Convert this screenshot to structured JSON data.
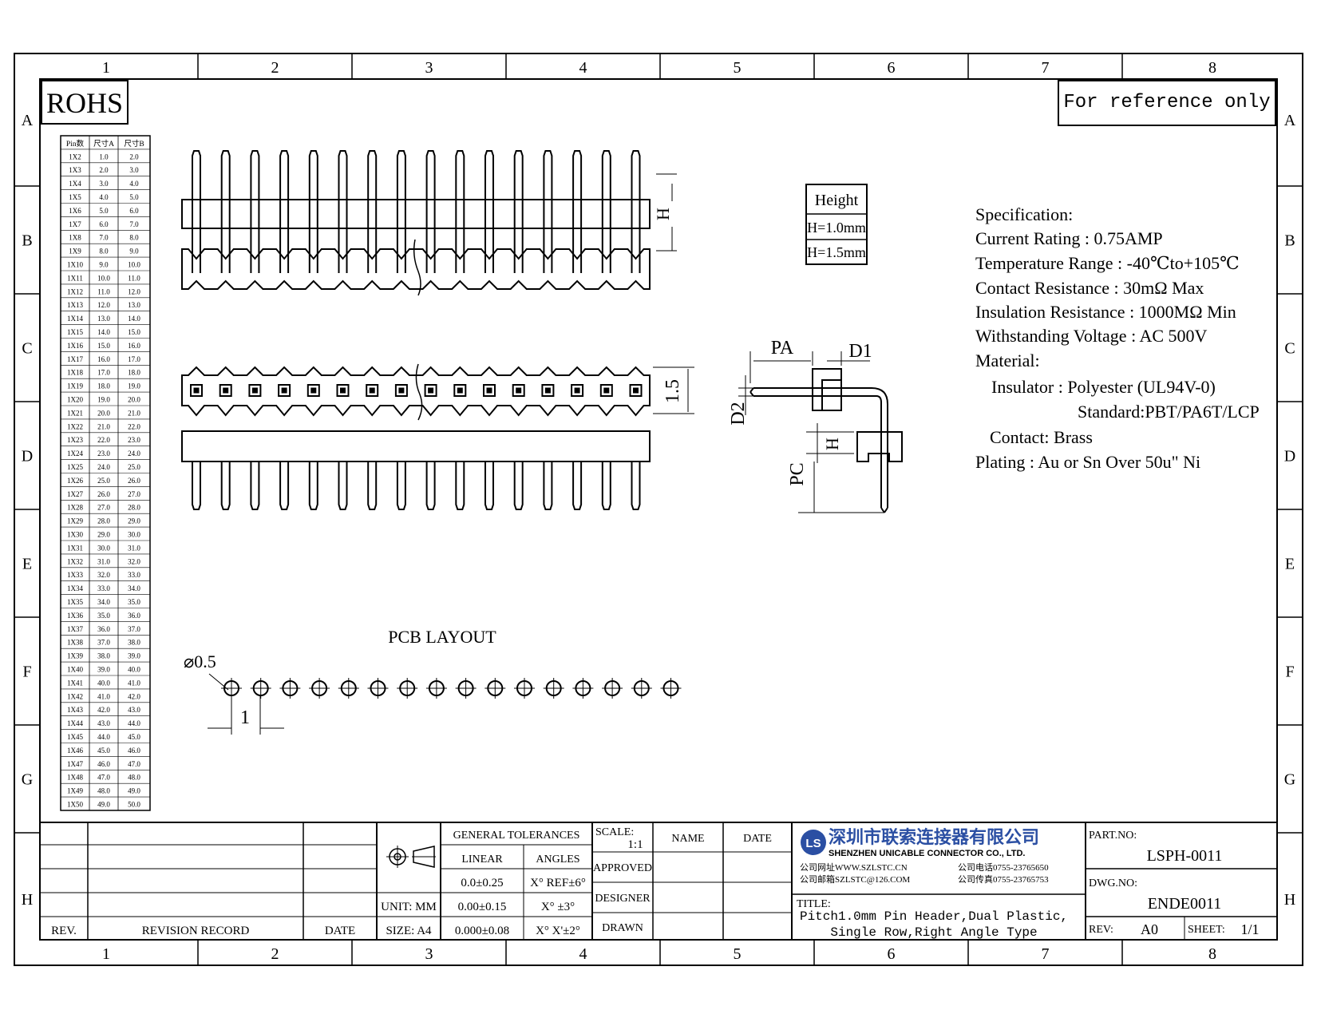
{
  "badges": {
    "rohs": "ROHS",
    "reference": "For reference only"
  },
  "grid": {
    "columns": [
      "1",
      "2",
      "3",
      "4",
      "5",
      "6",
      "7",
      "8"
    ],
    "rows": [
      "A",
      "B",
      "C",
      "D",
      "E",
      "F",
      "G",
      "H"
    ]
  },
  "pin_table": {
    "headers": [
      "Pin数",
      "尺寸A",
      "尺寸B"
    ],
    "rows": [
      [
        "1X2",
        "1.0",
        "2.0"
      ],
      [
        "1X3",
        "2.0",
        "3.0"
      ],
      [
        "1X4",
        "3.0",
        "4.0"
      ],
      [
        "1X5",
        "4.0",
        "5.0"
      ],
      [
        "1X6",
        "5.0",
        "6.0"
      ],
      [
        "1X7",
        "6.0",
        "7.0"
      ],
      [
        "1X8",
        "7.0",
        "8.0"
      ],
      [
        "1X9",
        "8.0",
        "9.0"
      ],
      [
        "1X10",
        "9.0",
        "10.0"
      ],
      [
        "1X11",
        "10.0",
        "11.0"
      ],
      [
        "1X12",
        "11.0",
        "12.0"
      ],
      [
        "1X13",
        "12.0",
        "13.0"
      ],
      [
        "1X14",
        "13.0",
        "14.0"
      ],
      [
        "1X15",
        "14.0",
        "15.0"
      ],
      [
        "1X16",
        "15.0",
        "16.0"
      ],
      [
        "1X17",
        "16.0",
        "17.0"
      ],
      [
        "1X18",
        "17.0",
        "18.0"
      ],
      [
        "1X19",
        "18.0",
        "19.0"
      ],
      [
        "1X20",
        "19.0",
        "20.0"
      ],
      [
        "1X21",
        "20.0",
        "21.0"
      ],
      [
        "1X22",
        "21.0",
        "22.0"
      ],
      [
        "1X23",
        "22.0",
        "23.0"
      ],
      [
        "1X24",
        "23.0",
        "24.0"
      ],
      [
        "1X25",
        "24.0",
        "25.0"
      ],
      [
        "1X26",
        "25.0",
        "26.0"
      ],
      [
        "1X27",
        "26.0",
        "27.0"
      ],
      [
        "1X28",
        "27.0",
        "28.0"
      ],
      [
        "1X29",
        "28.0",
        "29.0"
      ],
      [
        "1X30",
        "29.0",
        "30.0"
      ],
      [
        "1X31",
        "30.0",
        "31.0"
      ],
      [
        "1X32",
        "31.0",
        "32.0"
      ],
      [
        "1X33",
        "32.0",
        "33.0"
      ],
      [
        "1X34",
        "33.0",
        "34.0"
      ],
      [
        "1X35",
        "34.0",
        "35.0"
      ],
      [
        "1X36",
        "35.0",
        "36.0"
      ],
      [
        "1X37",
        "36.0",
        "37.0"
      ],
      [
        "1X38",
        "37.0",
        "38.0"
      ],
      [
        "1X39",
        "38.0",
        "39.0"
      ],
      [
        "1X40",
        "39.0",
        "40.0"
      ],
      [
        "1X41",
        "40.0",
        "41.0"
      ],
      [
        "1X42",
        "41.0",
        "42.0"
      ],
      [
        "1X43",
        "42.0",
        "43.0"
      ],
      [
        "1X44",
        "43.0",
        "44.0"
      ],
      [
        "1X45",
        "44.0",
        "45.0"
      ],
      [
        "1X46",
        "45.0",
        "46.0"
      ],
      [
        "1X47",
        "46.0",
        "47.0"
      ],
      [
        "1X48",
        "47.0",
        "48.0"
      ],
      [
        "1X49",
        "48.0",
        "49.0"
      ],
      [
        "1X50",
        "49.0",
        "50.0"
      ]
    ]
  },
  "dimensions": {
    "h": "H",
    "h_15": "1.5",
    "pa": "PA",
    "d1": "D1",
    "d2": "D2",
    "pc": "PC",
    "hole_dia": "⌀0.5",
    "pitch": "1"
  },
  "height_table": {
    "title": "Height",
    "rows": [
      "H=1.0mm",
      "H=1.5mm"
    ]
  },
  "specification": {
    "title": "Specification:",
    "lines": [
      "Current Rating : 0.75AMP",
      "Temperature Range : -40℃to+105℃",
      "Contact Resistance : 30mΩ Max",
      "Insulation Resistance : 1000MΩ Min",
      "Withstanding Voltage : AC 500V",
      "Material:"
    ],
    "insulator": "Insulator : Polyester (UL94V-0)",
    "standard": "Standard:PBT/PA6T/LCP",
    "contact": "Contact: Brass",
    "plating": "Plating : Au or Sn Over 50u\" Ni"
  },
  "pcb_layout": {
    "title": "PCB LAYOUT"
  },
  "title_block": {
    "rev_label": "REV.",
    "revision_record": "REVISION RECORD",
    "date_label": "DATE",
    "unit": "UNIT: MM",
    "size": "SIZE: A4",
    "general_tolerances": "GENERAL TOLERANCES",
    "linear": "LINEAR",
    "angles": "ANGLES",
    "tol_linear": [
      "0.0±0.25",
      "0.00±0.15",
      "0.000±0.08"
    ],
    "tol_angles": [
      "X° REF±6°",
      "X° ±3°",
      "X° X'±2°"
    ],
    "scale_label": "SCALE:",
    "scale_value": "1:1",
    "name_label": "NAME",
    "date_col_label": "DATE",
    "approved": "APPROVED",
    "designer": "DESIGNER",
    "drawn": "DRAWN",
    "company_cn": "深圳市联索连接器有限公司",
    "company_en": "SHENZHEN UNICABLE CONNECTOR CO., LTD.",
    "website": "公司网址WWW.SZLSTC.CN",
    "email": "公司邮箱SZLSTC@126.COM",
    "phone": "公司电话0755-23765650",
    "fax": "公司传真0755-23765753",
    "logo_text": "LS",
    "title_label": "TITLE:",
    "title_line1": "Pitch1.0mm Pin Header,Dual Plastic,",
    "title_line2": "Single Row,Right Angle Type",
    "part_no_label": "PART.NO:",
    "part_no": "LSPH-0011",
    "dwg_no_label": "DWG.NO:",
    "dwg_no": "ENDE0011",
    "rev_value_label": "REV:",
    "rev_value": "A0",
    "sheet_label": "SHEET:",
    "sheet_value": "1/1"
  }
}
